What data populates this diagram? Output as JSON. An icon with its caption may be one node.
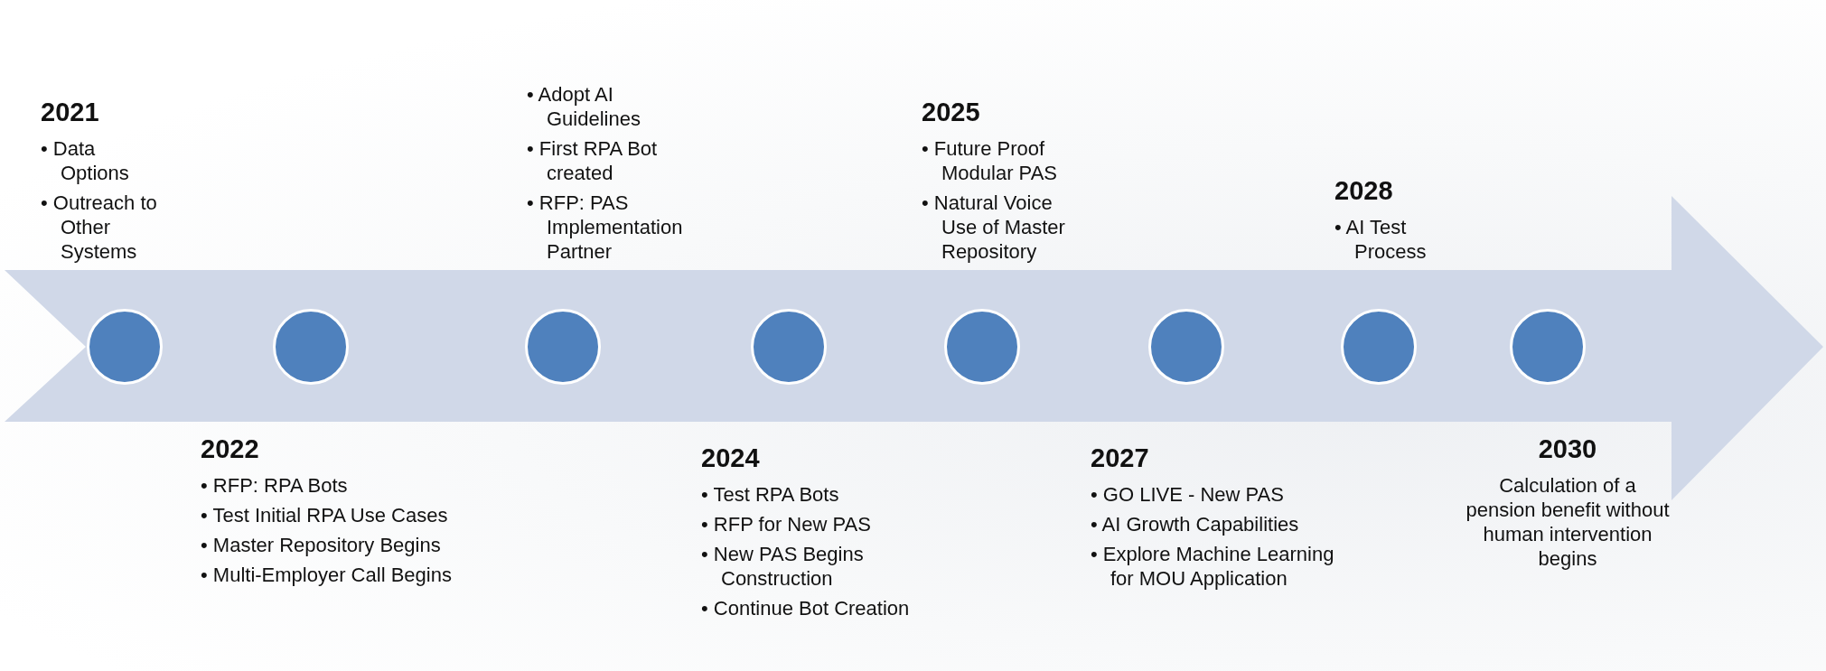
{
  "diagram": {
    "nodes": [
      {
        "text": [],
        "shape": "arrow"
      },
      {
        "text": [],
        "shape": "circle",
        "in": 0,
        "beside": [
          "2021",
          "• Data Options",
          "• Outreach to Other Systems"
        ]
      },
      {
        "text": [],
        "shape": "circle",
        "in": 0,
        "beside": [
          "2022",
          "• RFP: RPA Bots",
          "• Test Initial RPA Use Cases",
          "• Master Repository Begins",
          "• Multi-Employer Call Begins"
        ]
      },
      {
        "text": [],
        "shape": "circle",
        "in": 0,
        "beside": [
          "• Adopt AI Guidelines",
          "• First RPA Bot created",
          "• RFP: PAS Implementation Partner"
        ]
      },
      {
        "text": [],
        "shape": "circle",
        "in": 0,
        "beside": [
          "2024",
          "• Test RPA Bots",
          "• RFP for New PAS",
          "• New PAS Begins Construction",
          "• Continue Bot Creation"
        ]
      },
      {
        "text": [],
        "shape": "circle",
        "in": 0,
        "beside": [
          "2025",
          "• Future Proof Modular PAS",
          "• Natural Voice Use of Master Repository"
        ]
      },
      {
        "text": [],
        "shape": "circle",
        "in": 0,
        "beside": [
          "2027",
          "• GO LIVE - New PAS",
          "• AI Growth Capabilities",
          "• Explore Machine Learning for MOU Application"
        ]
      },
      {
        "text": [],
        "shape": "circle",
        "in": 0,
        "beside": [
          "2028",
          "• AI Test Process"
        ]
      },
      {
        "text": [],
        "shape": "circle",
        "in": 0,
        "beside": [
          "2030",
          "Calculation of a pension benefit without human intervention begins"
        ]
      }
    ],
    "edges": []
  }
}
